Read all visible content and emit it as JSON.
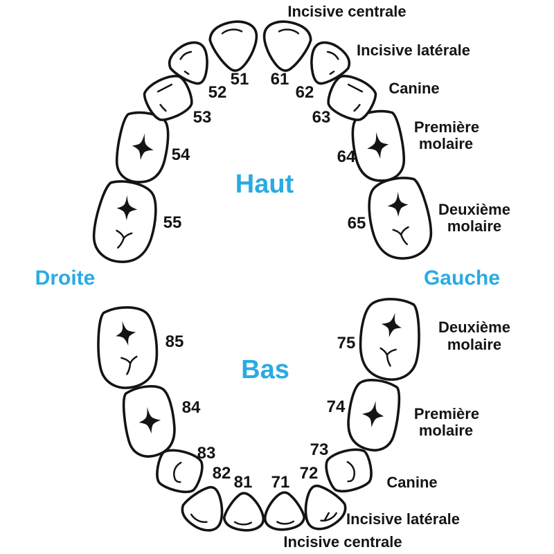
{
  "colors": {
    "accent": "#29ABE2",
    "ink": "#141414",
    "background": "#FFFFFF"
  },
  "orientation": {
    "top": "Haut",
    "bottom": "Bas",
    "right": "Droite",
    "left": "Gauche"
  },
  "upper": {
    "numbers": [
      "55",
      "54",
      "53",
      "52",
      "51",
      "61",
      "62",
      "63",
      "64",
      "65"
    ],
    "labels": {
      "central_incisor": "Incisive centrale",
      "lateral_incisor": "Incisive latérale",
      "canine": "Canine",
      "first_molar_line1": "Première",
      "first_molar_line2": "molaire",
      "second_molar_line1": "Deuxième",
      "second_molar_line2": "molaire"
    }
  },
  "lower": {
    "numbers": [
      "85",
      "84",
      "83",
      "82",
      "81",
      "71",
      "72",
      "73",
      "74",
      "75"
    ],
    "labels": {
      "second_molar_line1": "Deuxième",
      "second_molar_line2": "molaire",
      "first_molar_line1": "Première",
      "first_molar_line2": "molaire",
      "canine": "Canine",
      "lateral_incisor": "Incisive latérale",
      "central_incisor": "Incisive centrale"
    }
  }
}
